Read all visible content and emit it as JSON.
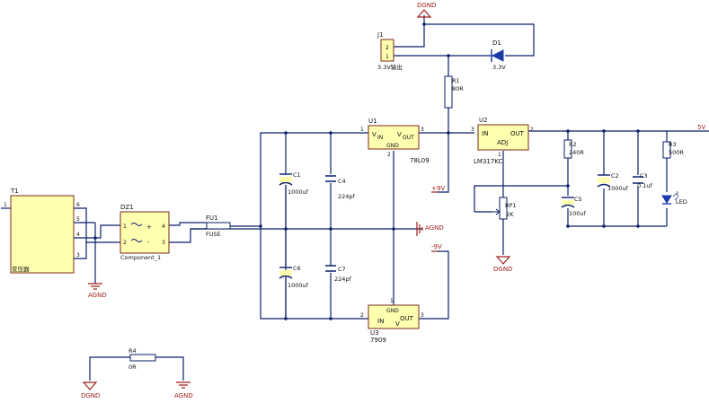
{
  "components": {
    "t1": {
      "ref": "T1",
      "name": "变压器",
      "pins": [
        "1",
        "6",
        "5",
        "4",
        "3"
      ]
    },
    "dz1": {
      "ref": "DZ1",
      "name": "Component_1",
      "pins": [
        "1",
        "2",
        "3",
        "4"
      ],
      "plus": "+",
      "minus": "-"
    },
    "fu1": {
      "ref": "FU1",
      "name": "FUSE"
    },
    "c1": {
      "ref": "C1",
      "value": "1000uf"
    },
    "c4": {
      "ref": "C4",
      "value": "224pf"
    },
    "c6": {
      "ref": "C6",
      "value": "1000uf"
    },
    "c7": {
      "ref": "C7",
      "value": "224pf"
    },
    "u1": {
      "ref": "U1",
      "name": "78L09",
      "vin": "V",
      "vin_sub": "IN",
      "vout": "V",
      "vout_sub": "OUT",
      "gnd": "GND",
      "pins": [
        "1",
        "3",
        "2"
      ]
    },
    "u3": {
      "ref": "U3",
      "name": "7909",
      "gnd": "GND",
      "in": "IN",
      "out": "OUT",
      "v": "V",
      "pins": [
        "2",
        "3",
        "1"
      ]
    },
    "u2": {
      "ref": "U2",
      "name": "LM317KC",
      "in": "IN",
      "out": "OUT",
      "adj": "ADJ",
      "pins": [
        "3",
        "2",
        "1"
      ]
    },
    "j1": {
      "ref": "J1",
      "name": "3.3V输出",
      "pins": [
        "2",
        "1"
      ]
    },
    "d1": {
      "ref": "D1",
      "name": "3.3V"
    },
    "r1": {
      "ref": "R1",
      "value": "80R"
    },
    "r2": {
      "ref": "R2",
      "value": "240R"
    },
    "r3": {
      "ref": "R3",
      "value": "500R"
    },
    "r4": {
      "ref": "R4",
      "value": "0R"
    },
    "rp1": {
      "ref": "RP1",
      "value": "2K"
    },
    "c5": {
      "ref": "C5",
      "value": "100uf"
    },
    "c2": {
      "ref": "C2",
      "value": "1000uf"
    },
    "c3": {
      "ref": "C3",
      "value": "0.1uf"
    },
    "led": {
      "name": "LED",
      "pin": "1"
    }
  },
  "nets": {
    "dgnd": "DGND",
    "agnd": "AGND",
    "plus9": "+9V",
    "minus9": "-9V",
    "v5": "5V"
  }
}
